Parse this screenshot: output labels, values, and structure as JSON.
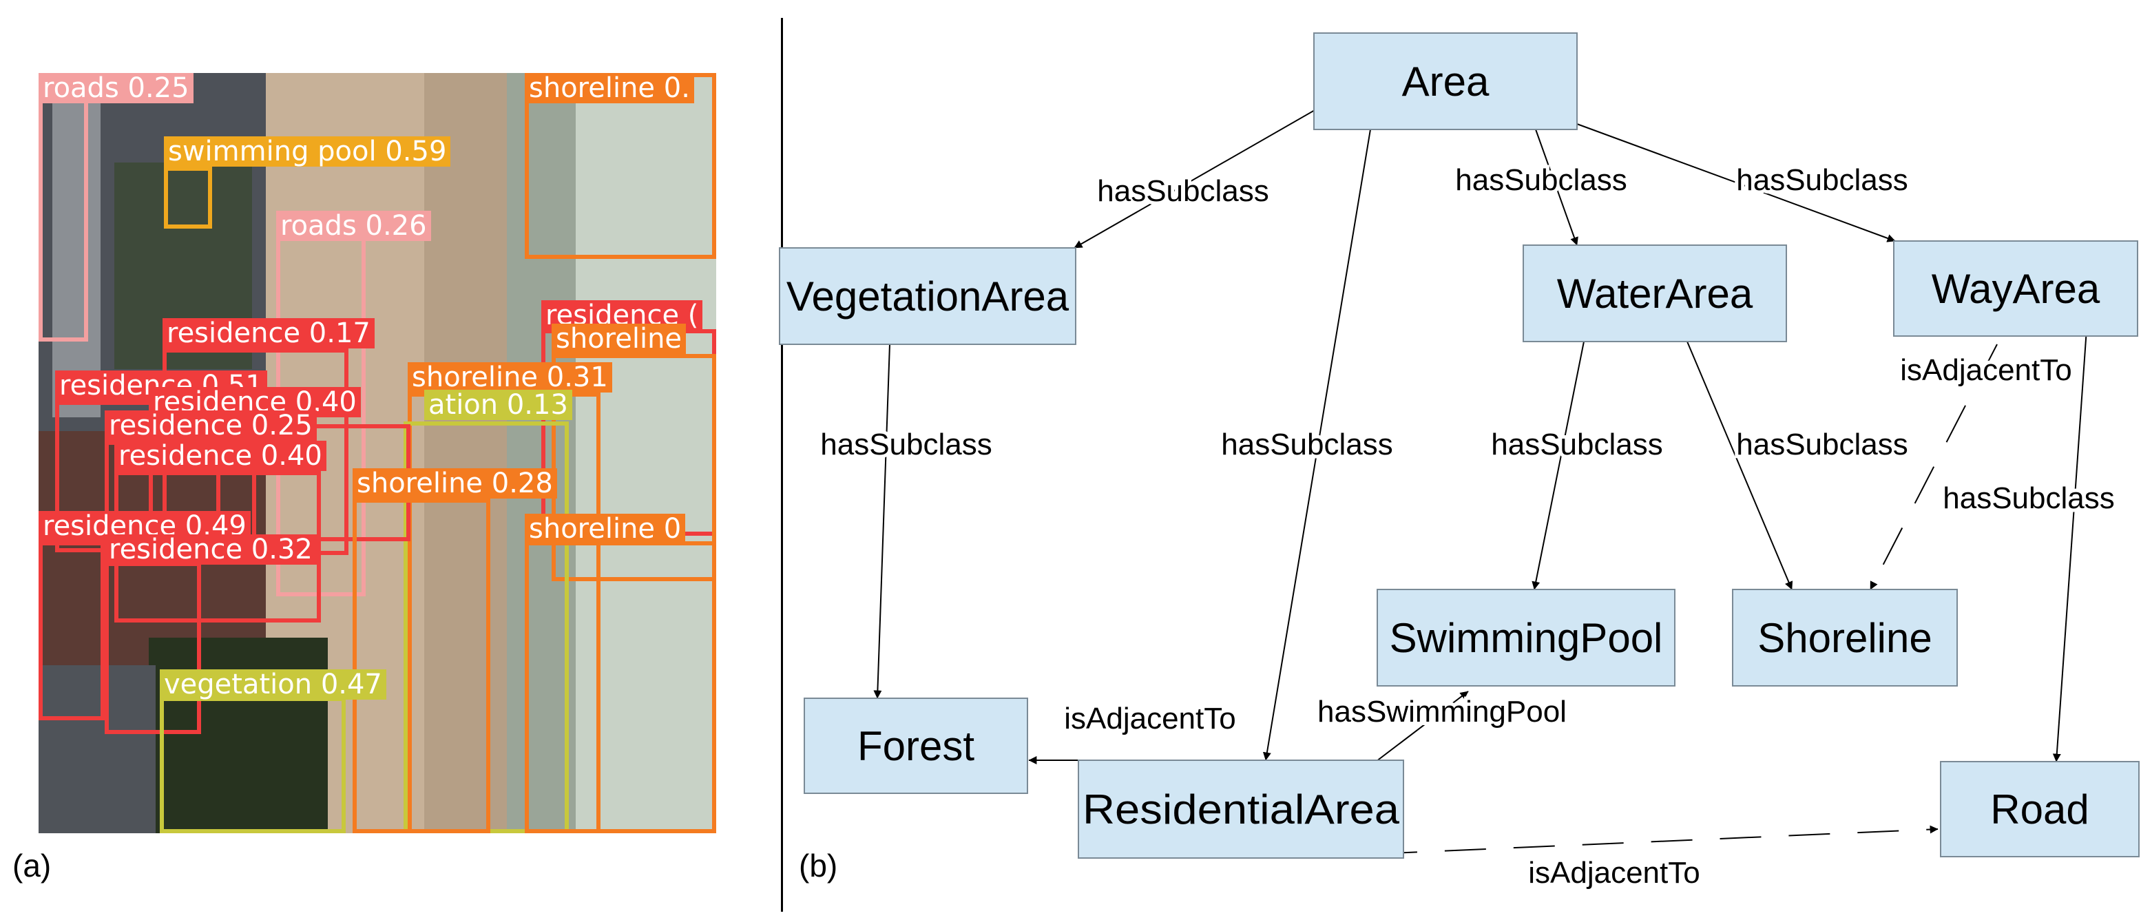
{
  "panel_labels": {
    "a": "(a)",
    "b": "(b)"
  },
  "detections": [
    {
      "id": "roads-1",
      "label": "roads 0.25",
      "color": "#f4a0a0"
    },
    {
      "id": "roads-2",
      "label": "roads 0.26",
      "color": "#f4a0a0"
    },
    {
      "id": "swimming-pool",
      "label": "swimming pool 0.59",
      "color": "#f0a81e"
    },
    {
      "id": "shoreline-1",
      "label": "shoreline 0.",
      "color": "#f47b20"
    },
    {
      "id": "residence-1",
      "label": "residence 0.17",
      "color": "#f03c3c"
    },
    {
      "id": "residence-2",
      "label": "residence (",
      "color": "#f03c3c"
    },
    {
      "id": "shoreline-2",
      "label": "shoreline",
      "color": "#f47b20"
    },
    {
      "id": "shoreline-3",
      "label": "shoreline 0.31",
      "color": "#f47b20"
    },
    {
      "id": "vegetation-1",
      "label": "ation 0.13",
      "color": "#c8c83c"
    },
    {
      "id": "residence-3",
      "label": "residence 0.51",
      "color": "#f03c3c"
    },
    {
      "id": "residence-4",
      "label": "residence 0.40",
      "color": "#f03c3c"
    },
    {
      "id": "residence-5",
      "label": "residence 0.25",
      "color": "#f03c3c"
    },
    {
      "id": "residence-6",
      "label": "residence 0.40",
      "color": "#f03c3c"
    },
    {
      "id": "shoreline-4",
      "label": "shoreline 0.28",
      "color": "#f47b20"
    },
    {
      "id": "residence-7",
      "label": "residence 0.49",
      "color": "#f03c3c"
    },
    {
      "id": "residence-8",
      "label": "residence 0.32",
      "color": "#f03c3c"
    },
    {
      "id": "shoreline-5",
      "label": "shoreline 0",
      "color": "#f47b20"
    },
    {
      "id": "vegetation-2",
      "label": "vegetation 0.47",
      "color": "#c8c83c"
    }
  ],
  "diagram": {
    "node_fill": "#d1e6f4",
    "node_border": "#7a8a96",
    "nodes": [
      {
        "id": "area",
        "label": "Area"
      },
      {
        "id": "vegetation-area",
        "label": "VegetationArea"
      },
      {
        "id": "water-area",
        "label": "WaterArea"
      },
      {
        "id": "way-area",
        "label": "WayArea"
      },
      {
        "id": "swimming-pool",
        "label": "SwimmingPool"
      },
      {
        "id": "shoreline",
        "label": "Shoreline"
      },
      {
        "id": "forest",
        "label": "Forest"
      },
      {
        "id": "residential-area",
        "label": "ResidentialArea"
      },
      {
        "id": "road",
        "label": "Road"
      }
    ],
    "edges": [
      {
        "id": "area-vegetation",
        "from": "area",
        "to": "vegetation-area",
        "label": "hasSubclass",
        "style": "solid"
      },
      {
        "id": "area-residential",
        "from": "area",
        "to": "residential-area",
        "label": "hasSubclass",
        "style": "solid"
      },
      {
        "id": "area-water",
        "from": "area",
        "to": "water-area",
        "label": "hasSubclass",
        "style": "solid"
      },
      {
        "id": "area-way",
        "from": "area",
        "to": "way-area",
        "label": "hasSubclass",
        "style": "solid"
      },
      {
        "id": "vegetation-forest",
        "from": "vegetation-area",
        "to": "forest",
        "label": "hasSubclass",
        "style": "solid"
      },
      {
        "id": "water-pool",
        "from": "water-area",
        "to": "swimming-pool",
        "label": "hasSubclass",
        "style": "solid"
      },
      {
        "id": "water-shoreline",
        "from": "water-area",
        "to": "shoreline",
        "label": "hasSubclass",
        "style": "solid"
      },
      {
        "id": "way-shoreline",
        "from": "way-area",
        "to": "shoreline",
        "label": "isAdjacentTo",
        "style": "dashed"
      },
      {
        "id": "way-road",
        "from": "way-area",
        "to": "road",
        "label": "hasSubclass",
        "style": "solid"
      },
      {
        "id": "residential-forest",
        "from": "residential-area",
        "to": "forest",
        "label": "isAdjacentTo",
        "style": "solid"
      },
      {
        "id": "residential-pool",
        "from": "residential-area",
        "to": "swimming-pool",
        "label": "hasSwimmingPool",
        "style": "solid"
      },
      {
        "id": "residential-road",
        "from": "residential-area",
        "to": "road",
        "label": "isAdjacentTo",
        "style": "dashed"
      }
    ]
  }
}
